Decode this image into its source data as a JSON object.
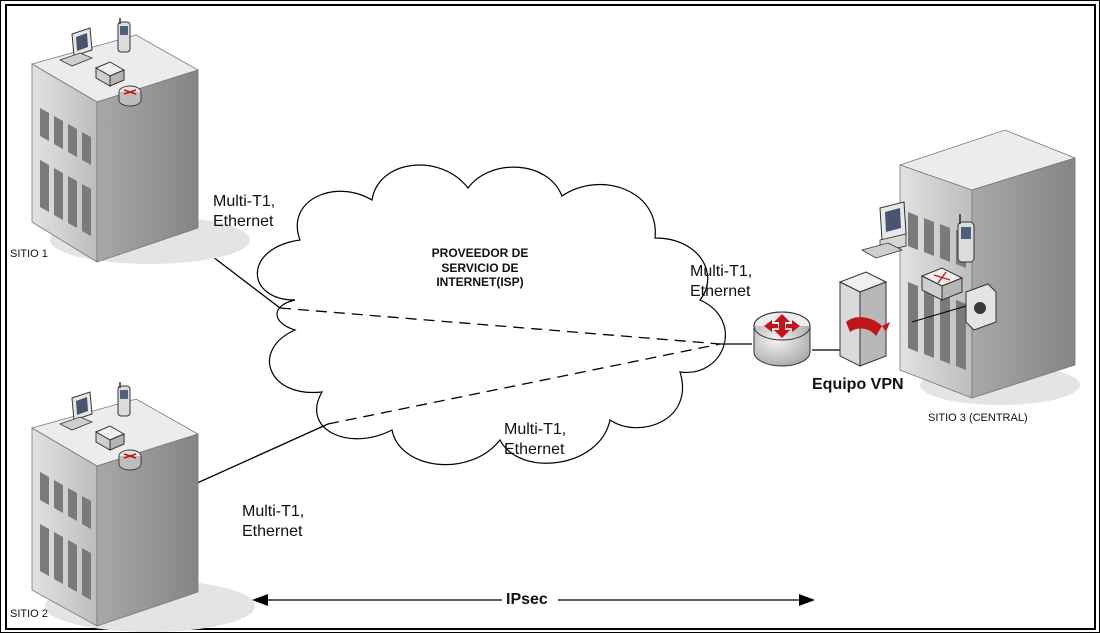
{
  "labels": {
    "site1": "SITIO 1",
    "site2": "SITIO 2",
    "site3": "SITIO 3 (CENTRAL)",
    "isp_line1": "PROVEEDOR DE",
    "isp_line2": "SERVICIO DE",
    "isp_line3": "INTERNET(ISP)",
    "vpn": "Equipo VPN",
    "ipsec": "IPsec",
    "link_site1_l1": "Multi-T1,",
    "link_site1_l2": "Ethernet",
    "link_central_l1": "Multi-T1,",
    "link_central_l2": "Ethernet",
    "link_cloud_l1": "Multi-T1,",
    "link_cloud_l2": "Ethernet",
    "link_site2_l1": "Multi-T1,",
    "link_site2_l2": "Ethernet"
  },
  "colors": {
    "building_front": "#d4d4d4",
    "building_side": "#9c9c9c",
    "building_top": "#e9e9e9",
    "window": "#7d7d7d",
    "router_arrows": "#c0161a",
    "line": "#000000"
  },
  "icons": [
    "building-icon",
    "desktop-computer-icon",
    "mobile-phone-icon",
    "switch-icon",
    "router-icon",
    "vpn-server-icon",
    "telephone-icon",
    "cloud-shape",
    "arrow-left-icon",
    "arrow-right-icon"
  ]
}
